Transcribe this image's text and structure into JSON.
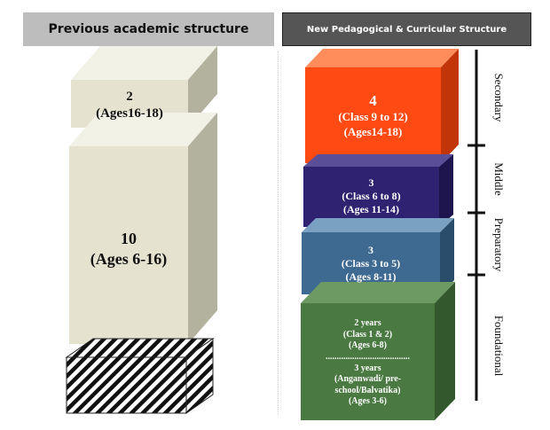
{
  "headers": {
    "previous": "Previous academic structure",
    "new": "New Pedagogical & Curricular  Structure"
  },
  "previous_blocks": [
    {
      "years": "2",
      "ages": "(Ages16-18)"
    },
    {
      "years": "10",
      "ages": "(Ages 6-16)"
    }
  ],
  "new_blocks": [
    {
      "years": "4",
      "classes": "(Class 9 to 12)",
      "ages": "(Ages14-18)",
      "color": "#ff4a14"
    },
    {
      "years": "3",
      "classes": "(Class 6 to 8)",
      "ages": "(Ages 11-14)",
      "color": "#2f2270"
    },
    {
      "years": "3",
      "classes": "(Class 3 to 5)",
      "ages": "(Ages 8-11)",
      "color": "#3e6a91"
    },
    {
      "upper": {
        "years": "2 years",
        "classes": "(Class 1 & 2)",
        "ages": "(Ages 6-8)"
      },
      "separator": "......................................",
      "lower": {
        "years": "3 years",
        "classes": "(Anganwadi/ pre-",
        "classes2": "school/Balvatika)",
        "ages": "(Ages 3-6)"
      },
      "color": "#4a7a41"
    }
  ],
  "stages": [
    "Secondary",
    "Middle",
    "Preparatory",
    "Foundational"
  ]
}
